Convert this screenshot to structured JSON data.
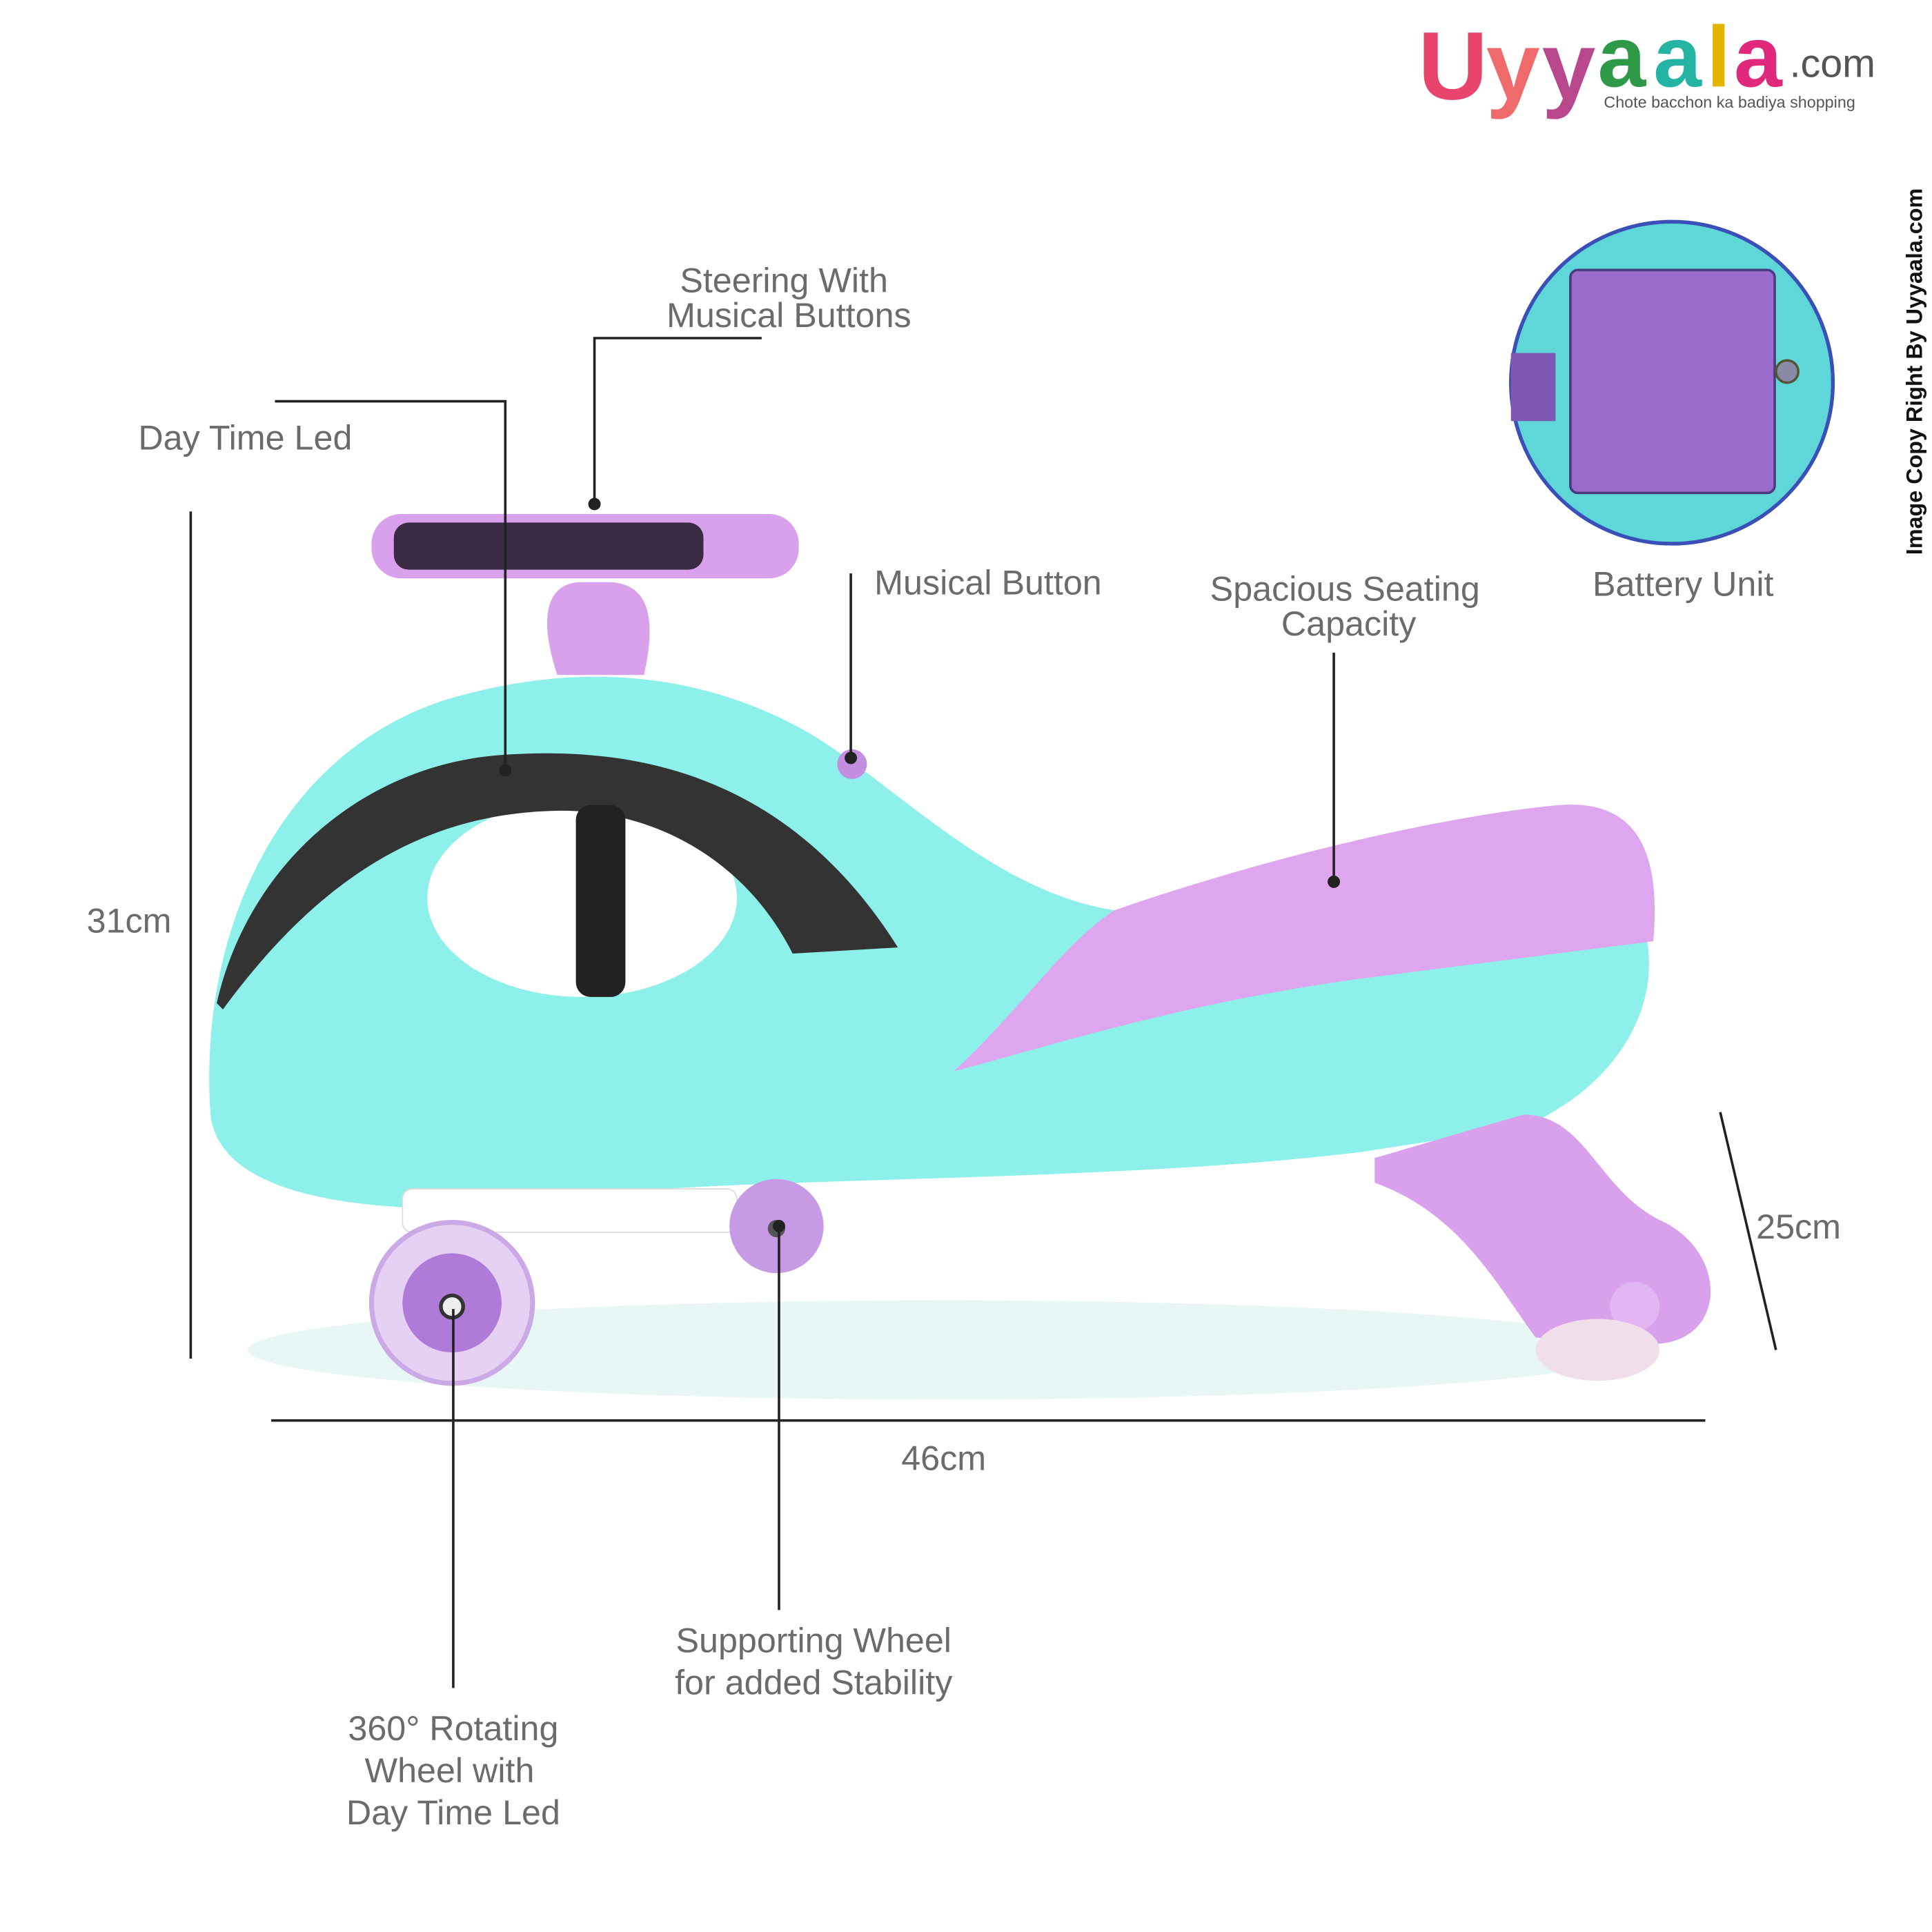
{
  "logo": {
    "brand": "Uyyaala",
    "suffix": ".com",
    "tagline": "Chote bacchon ka badiya shopping"
  },
  "copyright": "Image Copy Right By Uyyaala.com",
  "callouts": {
    "steering": [
      "Steering With",
      "Musical Buttons"
    ],
    "day_time_led": "Day Time Led",
    "musical_button": "Musical Button",
    "seating": [
      "Spacious Seating",
      "Capacity"
    ],
    "battery": "Battery Unit",
    "supporting_wheel": [
      "Supporting Wheel",
      "for added Stability"
    ],
    "rotating_wheel": [
      "360° Rotating",
      "Wheel with",
      "Day Time Led"
    ]
  },
  "dimensions": {
    "height": "31cm",
    "width": "25cm",
    "length": "46cm"
  },
  "colors": {
    "body": "#8ef0ea",
    "accent": "#d9a0ec",
    "text": "#6b6b6b",
    "battery_cover": "#9b6bcc"
  }
}
